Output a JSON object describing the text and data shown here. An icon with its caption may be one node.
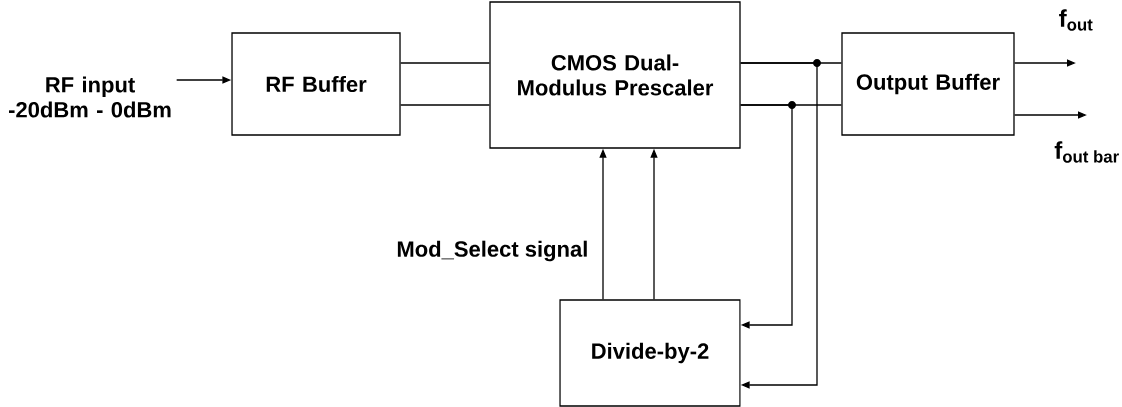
{
  "diagram": {
    "nodes": [
      {
        "text": [
          "RF input -20dBm - 0dBm"
        ]
      },
      {
        "text": [
          "RF Buffer"
        ]
      },
      {
        "text": [
          "CMOS Dual-Modulus Prescaler"
        ]
      },
      {
        "text": [
          "Output Buffer"
        ]
      },
      {
        "text": [
          "\\textbf{f}_{\\text{\\textbf{out}}}"
        ]
      },
      {
        "text": [
          "\\textbf{f}_{\\text{\\textbf{out bar}}}"
        ]
      },
      {
        "text": [
          "Divide-by-2"
        ]
      }
    ],
    "edges": [
      {
        "from": 0,
        "to": 1,
        "arrow": "to"
      },
      {
        "from": 1,
        "to": 2,
        "arrow": "none"
      },
      {
        "from": 1,
        "to": 2,
        "arrow": "none"
      },
      {
        "from": 2,
        "to": 3,
        "arrow": "none"
      },
      {
        "from": 2,
        "to": 3,
        "arrow": "none"
      },
      {
        "from": 3,
        "to": 4,
        "arrow": "to"
      },
      {
        "from": 3,
        "to": 5,
        "arrow": "to"
      },
      {
        "from": 6,
        "to": 2,
        "arrow": "to"
      },
      {
        "from": 6,
        "to": 2,
        "arrow": "to"
      },
      {
        "from": 2,
        "to": 6,
        "arrow": "to"
      },
      {
        "from": 2,
        "to": 6,
        "arrow": "to"
      }
    ],
    "labels": [
      "Mod_Select signal"
    ]
  }
}
